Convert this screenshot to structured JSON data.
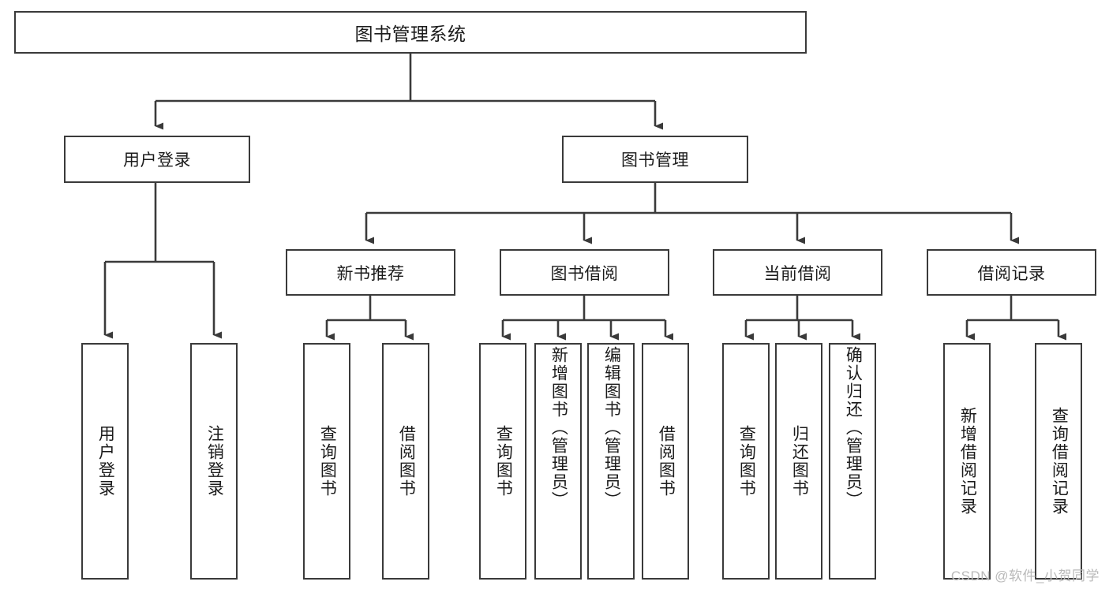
{
  "diagram": {
    "title": "图书管理系统",
    "watermark": "CSDN @软件_小贺同学",
    "stroke_color": "#3a3a3a",
    "text_color": "#1b1b1b",
    "background_color": "#ffffff",
    "root": {
      "label": "图书管理系统"
    },
    "level2": [
      {
        "label": "用户登录"
      },
      {
        "label": "图书管理"
      }
    ],
    "level3": [
      {
        "label": "新书推荐"
      },
      {
        "label": "图书借阅"
      },
      {
        "label": "当前借阅"
      },
      {
        "label": "借阅记录"
      }
    ],
    "leaves_login": [
      {
        "label": "用户登录"
      },
      {
        "label": "注销登录"
      }
    ],
    "leaves_recommend": [
      {
        "label": "查询图书"
      },
      {
        "label": "借阅图书"
      }
    ],
    "leaves_borrow": [
      {
        "label": "查询图书"
      },
      {
        "label": "新增图书（管理员）"
      },
      {
        "label": "编辑图书（管理员）"
      },
      {
        "label": "借阅图书"
      }
    ],
    "leaves_current": [
      {
        "label": "查询图书"
      },
      {
        "label": "归还图书"
      },
      {
        "label": "确认归还（管理员）"
      }
    ],
    "leaves_records": [
      {
        "label": "新增借阅记录"
      },
      {
        "label": "查询借阅记录"
      }
    ]
  }
}
